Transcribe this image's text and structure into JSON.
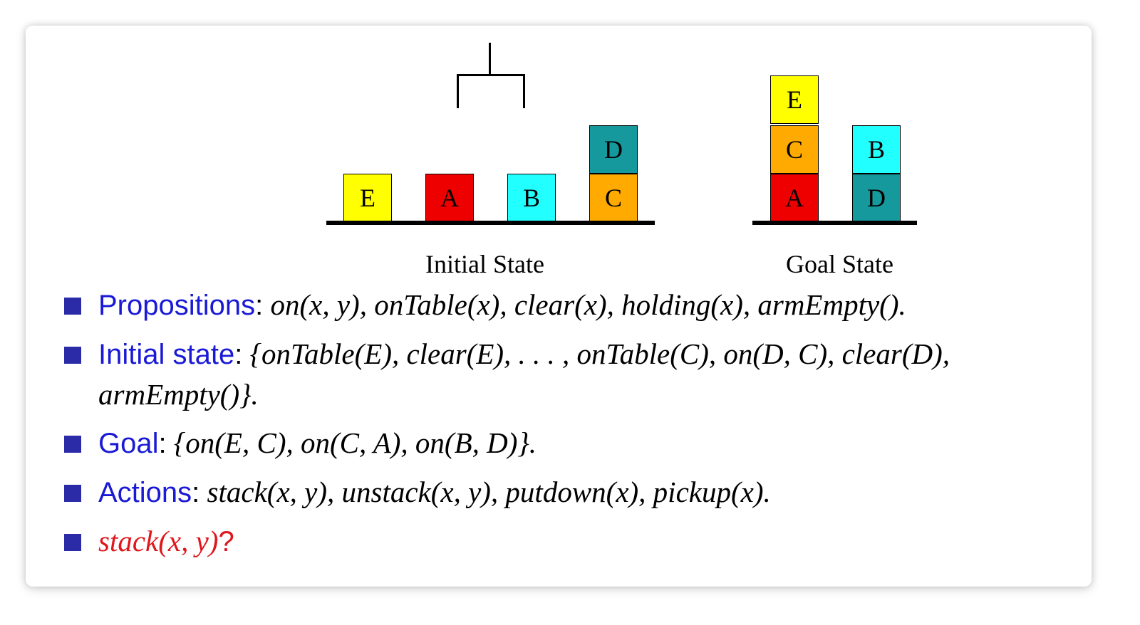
{
  "diagram": {
    "colors": {
      "yellow": "#ffff00",
      "red": "#ee0000",
      "cyan": "#22ffff",
      "orange": "#ffaa00",
      "teal": "#16999c"
    },
    "initial_state": {
      "caption": "Initial State",
      "blocks": [
        {
          "label": "E",
          "color": "#ffff00"
        },
        {
          "label": "A",
          "color": "#ee0000"
        },
        {
          "label": "B",
          "color": "#22ffff"
        },
        {
          "label": "C",
          "color": "#ffaa00"
        },
        {
          "label": "D",
          "color": "#16999c"
        }
      ]
    },
    "goal_state": {
      "caption": "Goal State",
      "blocks": [
        {
          "label": "A",
          "color": "#ee0000"
        },
        {
          "label": "C",
          "color": "#ffaa00"
        },
        {
          "label": "E",
          "color": "#ffff00"
        },
        {
          "label": "D",
          "color": "#16999c"
        },
        {
          "label": "B",
          "color": "#22ffff"
        }
      ]
    }
  },
  "bullets": {
    "propositions": {
      "keyword": "Propositions",
      "text": "on(x, y), onTable(x), clear(x), holding(x), armEmpty()."
    },
    "initial_state": {
      "keyword": "Initial state",
      "text": "{onTable(E), clear(E), . . . , onTable(C), on(D, C), clear(D), armEmpty()}."
    },
    "goal": {
      "keyword": "Goal",
      "text": "{on(E, C), on(C, A), on(B, D)}."
    },
    "actions": {
      "keyword": "Actions",
      "text": "stack(x, y), unstack(x, y), putdown(x), pickup(x)."
    },
    "question": {
      "text": "stack(x, y)",
      "suffix": "?"
    }
  },
  "colon": ":",
  "bullet_color": "#2b2ba8",
  "keyword_color": "#1a1ad6",
  "question_color": "#e0161b"
}
